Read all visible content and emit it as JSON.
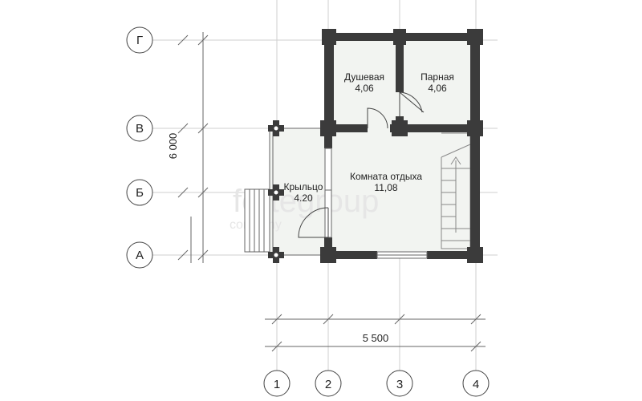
{
  "axes": {
    "letters": [
      {
        "label": "Г"
      },
      {
        "label": "В"
      },
      {
        "label": "Б"
      },
      {
        "label": "А"
      }
    ],
    "numbers": [
      {
        "label": "1"
      },
      {
        "label": "2"
      },
      {
        "label": "3"
      },
      {
        "label": "4"
      }
    ]
  },
  "dimensions": {
    "overall_width": "5 500",
    "overall_height": "6 000"
  },
  "rooms": [
    {
      "name": "Душевая",
      "area": "4,06"
    },
    {
      "name": "Парная",
      "area": "4,06"
    },
    {
      "name": "Комната отдыха",
      "area": "11,08"
    },
    {
      "name": "Крыльцо",
      "area": "4.20"
    }
  ],
  "watermark": {
    "brand": "fortegroup",
    "sub": "company"
  },
  "colors": {
    "wall": "#3b3b3b",
    "line": "#666666",
    "grid": "#cfcfcf",
    "floor": "#f2f4f1"
  }
}
